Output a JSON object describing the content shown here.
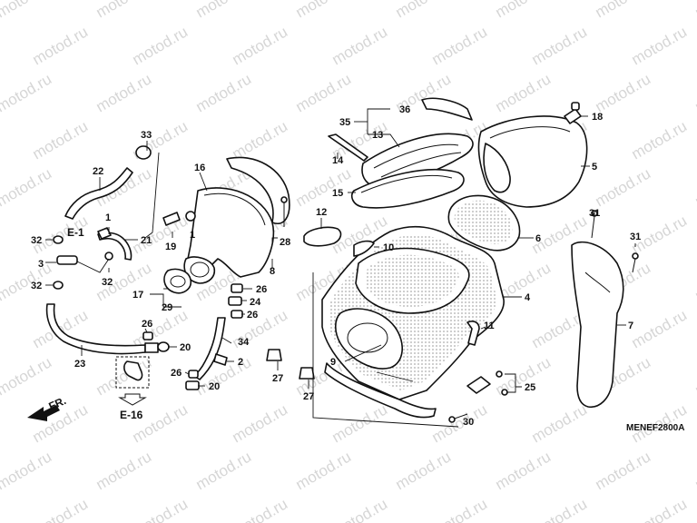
{
  "diagram": {
    "code": "MENEF2800A",
    "watermark": "motod.ru",
    "front_label": "FR.",
    "refs": {
      "e1": "E-1",
      "e16": "E-16"
    },
    "callouts": {
      "n1a": "1",
      "n1b": "1",
      "n2": "2",
      "n3": "3",
      "n4": "4",
      "n5": "5",
      "n6": "6",
      "n7": "7",
      "n8": "8",
      "n9": "9",
      "n10": "10",
      "n11": "11",
      "n12": "12",
      "n13": "13",
      "n14": "14",
      "n15": "15",
      "n16": "16",
      "n17": "17",
      "n18": "18",
      "n19": "19",
      "n20a": "20",
      "n20b": "20",
      "n21": "21",
      "n22": "22",
      "n23": "23",
      "n24": "24",
      "n25": "25",
      "n26a": "26",
      "n26b": "26",
      "n26c": "26",
      "n26d": "26",
      "n27a": "27",
      "n27b": "27",
      "n28": "28",
      "n29": "29",
      "n30": "30",
      "n31a": "31",
      "n31b": "31",
      "n32a": "32",
      "n32b": "32",
      "n32c": "32",
      "n33": "33",
      "n34": "34",
      "n35": "35",
      "n36": "36"
    }
  }
}
